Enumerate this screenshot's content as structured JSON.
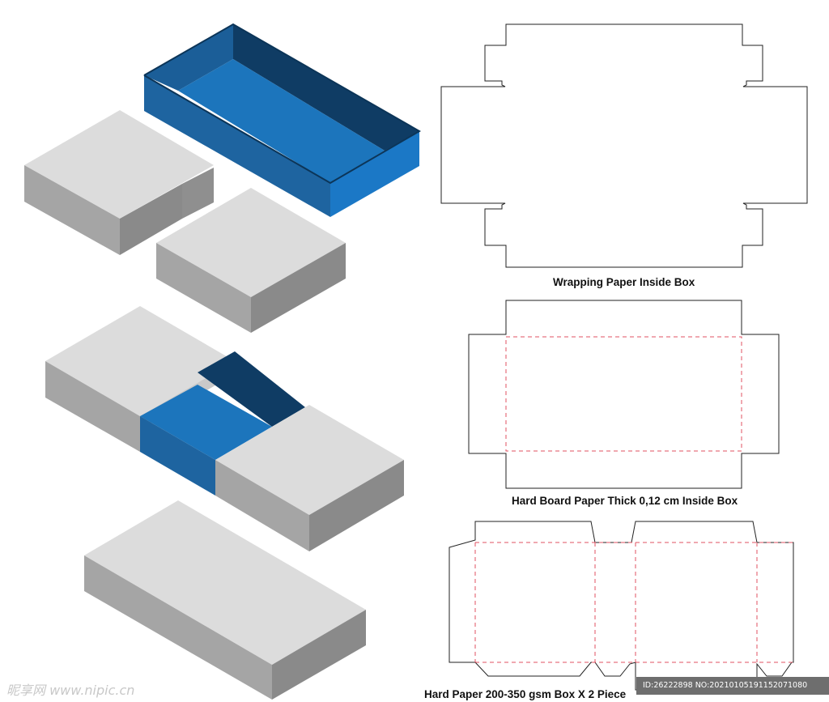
{
  "captions": {
    "wrapping": "Wrapping Paper Inside Box",
    "board": "Hard Board Paper  Thick 0,12 cm Inside Box",
    "hard": "Hard Paper 200-350 gsm Box  X 2 Piece"
  },
  "watermark": {
    "site": "昵享网 www.nipic.cn",
    "id_line": "ID:26222898 NO:20210105191152071080"
  },
  "colors": {
    "box_top": "#dcdcdc",
    "box_left": "#a5a5a5",
    "box_right": "#8a8a8a",
    "tray_blue": "#1c75bc",
    "tray_dark": "#0f3c64",
    "tray_mid": "#1e64a0",
    "cut_line": "#222222",
    "fold_line": "#e05060"
  }
}
